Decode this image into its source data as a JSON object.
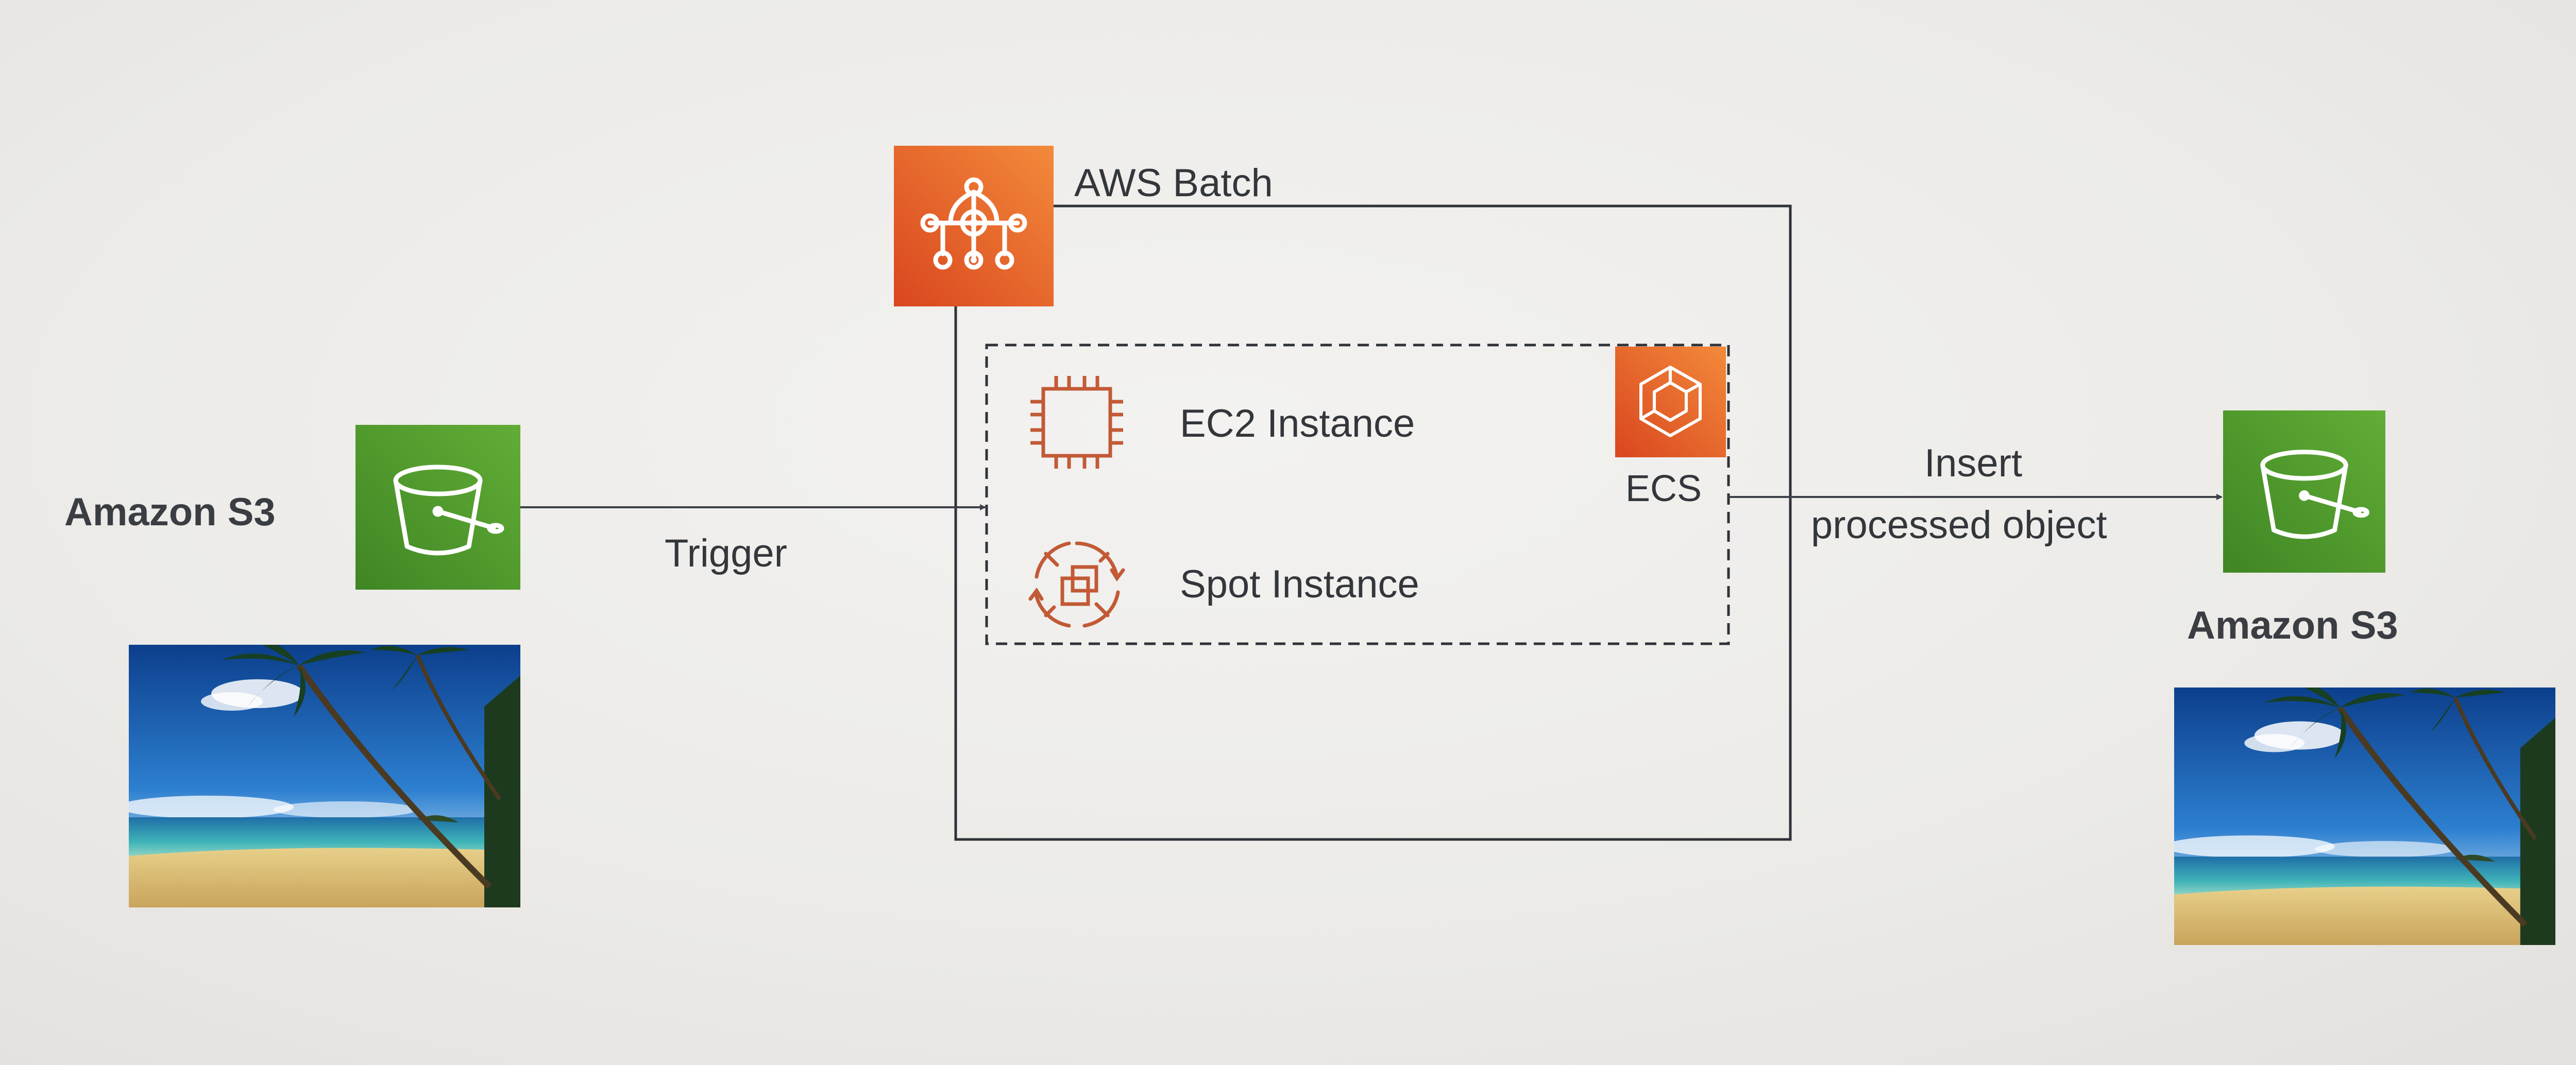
{
  "source_bucket": {
    "label": "Amazon S3",
    "icon": "s3-bucket-icon",
    "color": "#4e9a2a"
  },
  "source_image": {
    "icon": "beach-photo"
  },
  "trigger_label": "Trigger",
  "batch": {
    "label": "AWS Batch",
    "icon": "aws-batch-icon",
    "color": "#e8582a"
  },
  "compute": {
    "items": [
      {
        "label": "EC2 Instance",
        "icon": "ec2-instance-chip-icon"
      },
      {
        "label": "Spot Instance",
        "icon": "spot-instance-icon"
      }
    ]
  },
  "ecs": {
    "label": "ECS",
    "icon": "ecs-icon",
    "color": "#e8582a"
  },
  "insert_label": {
    "line1": "Insert",
    "line2": "processed object"
  },
  "dest_bucket": {
    "label": "Amazon S3",
    "icon": "s3-bucket-icon",
    "color": "#4e9a2a"
  },
  "dest_image": {
    "icon": "beach-photo"
  }
}
